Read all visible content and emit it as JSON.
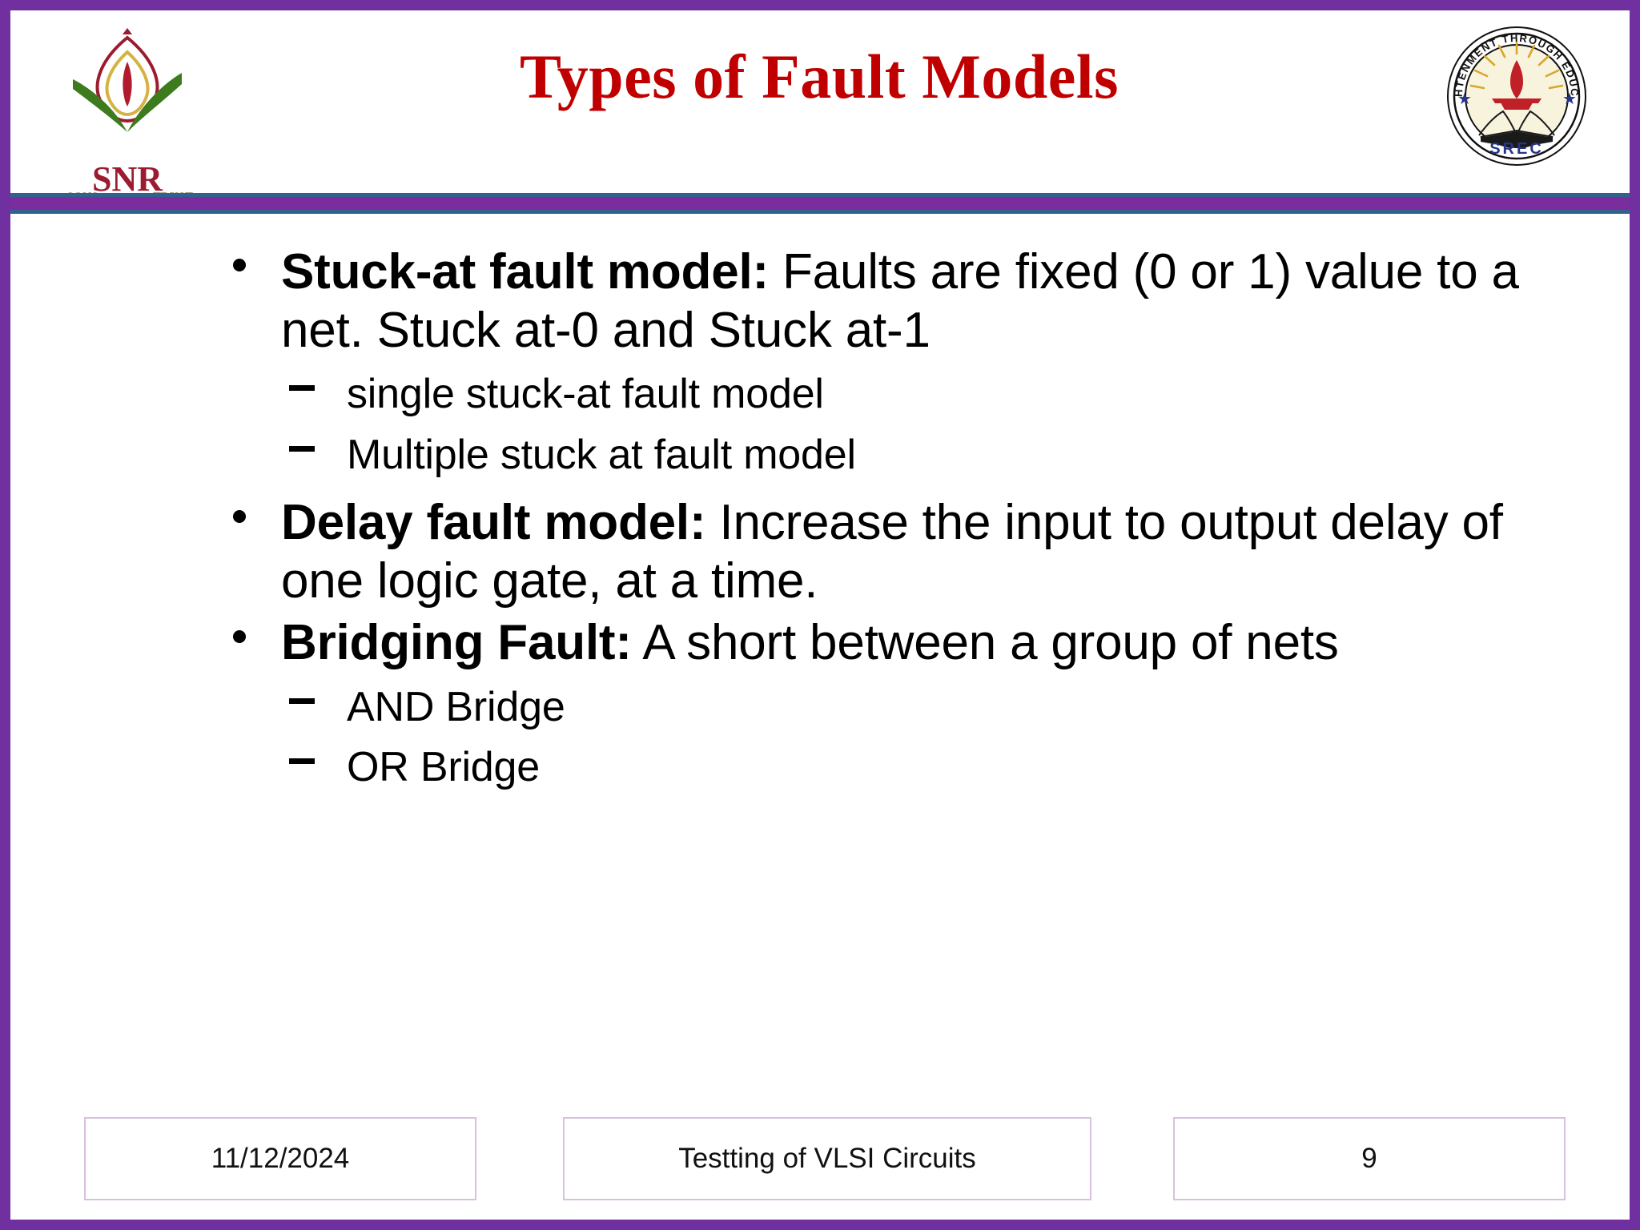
{
  "slide": {
    "title": "Types of Fault Models",
    "title_color": "#C00000",
    "frame_color": "#7030A0",
    "separator_color": "#7B2D9E",
    "separator_outline_color": "#31628F"
  },
  "logos": {
    "left": {
      "name": "snr-sons-trust-logo",
      "wordmark": "SNR",
      "sub_left": "SONS",
      "sub_right": "TRUST"
    },
    "right": {
      "name": "srec-seal-logo",
      "ring_text": "ENLIGHTENMENT THROUGH EDUCATION",
      "bottom_text": "SREC"
    }
  },
  "body": {
    "bullets": [
      {
        "lead": "Stuck-at fault model:",
        "text": " Faults are fixed (0 or 1) value to a net. Stuck at-0 and Stuck at-1",
        "sub": [
          "single stuck-at fault model",
          "Multiple stuck at fault model"
        ]
      },
      {
        "lead": "Delay fault model:",
        "text": " Increase the input to output delay of one logic gate, at a time.",
        "sub": []
      },
      {
        "lead": "Bridging Fault:",
        "text": " A short between a group of nets",
        "sub": [
          "AND Bridge",
          "OR Bridge"
        ]
      }
    ]
  },
  "footer": {
    "date": "11/12/2024",
    "title": "Testting of VLSI Circuits",
    "slide_number": "9"
  }
}
